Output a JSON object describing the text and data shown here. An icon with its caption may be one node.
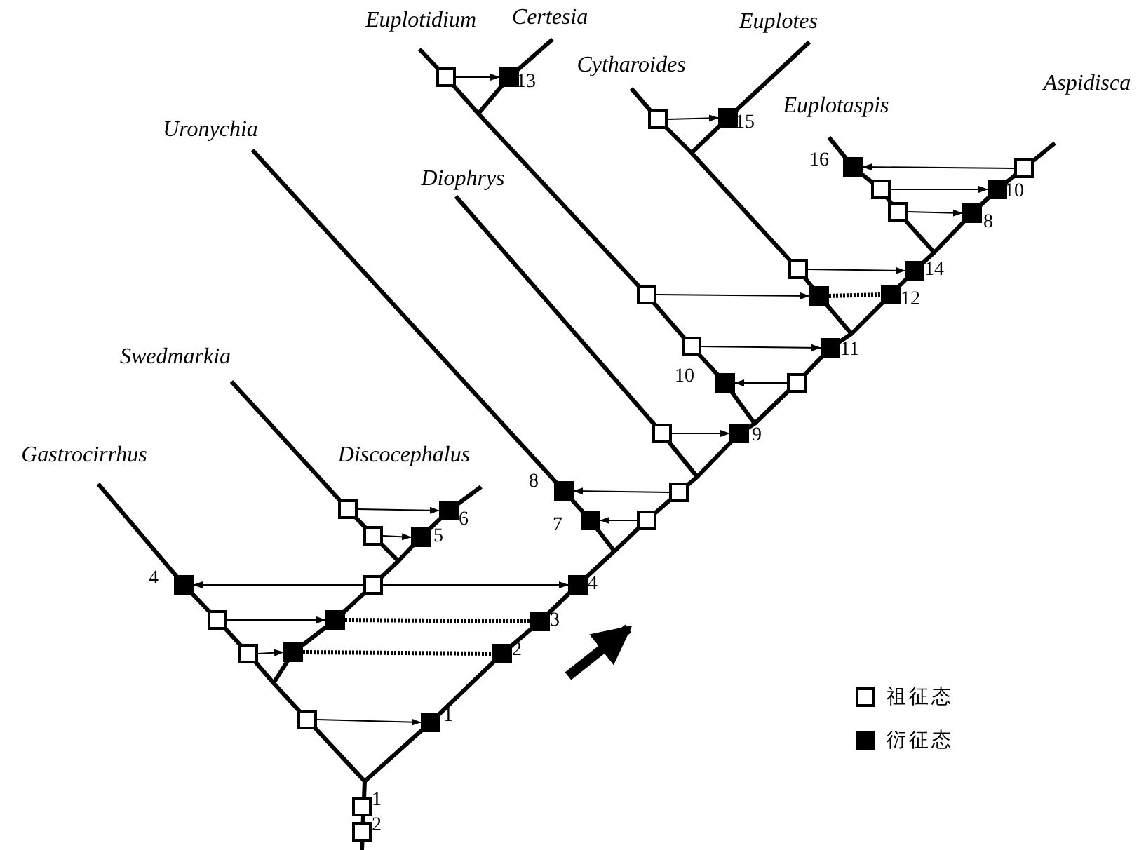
{
  "diagram": {
    "nodes": [
      {
        "text": [],
        "shape": "box"
      },
      {
        "text": [],
        "shape": "box",
        "beside": [
          "13"
        ]
      },
      {
        "text": [],
        "shape": "box"
      },
      {
        "text": [],
        "shape": "box",
        "beside": [
          "15"
        ]
      },
      {
        "text": [],
        "shape": "box",
        "beside": [
          "16"
        ]
      },
      {
        "text": [],
        "shape": "box"
      },
      {
        "text": [],
        "shape": "box"
      },
      {
        "text": [],
        "shape": "box",
        "beside": [
          "10"
        ]
      },
      {
        "text": [],
        "shape": "box"
      },
      {
        "text": [],
        "shape": "box",
        "beside": [
          "8"
        ]
      },
      {
        "text": [],
        "shape": "box"
      },
      {
        "text": [],
        "shape": "box",
        "beside": [
          "14"
        ]
      },
      {
        "text": [],
        "shape": "box"
      },
      {
        "text": [],
        "shape": "box"
      },
      {
        "text": [],
        "shape": "box",
        "beside": [
          "12"
        ]
      },
      {
        "text": [],
        "shape": "box"
      },
      {
        "text": [],
        "shape": "box",
        "beside": [
          "11"
        ]
      },
      {
        "text": [],
        "shape": "box",
        "beside": [
          "10"
        ]
      },
      {
        "text": [],
        "shape": "box"
      },
      {
        "text": [],
        "shape": "box"
      },
      {
        "text": [],
        "shape": "box",
        "beside": [
          "9"
        ]
      },
      {
        "text": [],
        "shape": "box",
        "beside": [
          "8"
        ]
      },
      {
        "text": [],
        "shape": "box"
      },
      {
        "text": [],
        "shape": "box"
      },
      {
        "text": [],
        "shape": "box",
        "beside": [
          "6"
        ]
      },
      {
        "text": [],
        "shape": "box",
        "beside": [
          "7"
        ]
      },
      {
        "text": [],
        "shape": "box"
      },
      {
        "text": [],
        "shape": "box"
      },
      {
        "text": [],
        "shape": "box",
        "beside": [
          "5"
        ]
      },
      {
        "text": [],
        "shape": "box",
        "beside": [
          "4"
        ]
      },
      {
        "text": [],
        "shape": "box"
      },
      {
        "text": [],
        "shape": "box",
        "beside": [
          "4"
        ]
      },
      {
        "text": [],
        "shape": "box"
      },
      {
        "text": [],
        "shape": "box"
      },
      {
        "text": [],
        "shape": "box",
        "beside": [
          "3"
        ]
      },
      {
        "text": [],
        "shape": "box"
      },
      {
        "text": [],
        "shape": "box"
      },
      {
        "text": [],
        "shape": "box",
        "beside": [
          "2"
        ]
      },
      {
        "text": [],
        "shape": "box"
      },
      {
        "text": [],
        "shape": "box",
        "beside": [
          "1"
        ]
      },
      {
        "text": [],
        "shape": "box",
        "beside": [
          "1"
        ]
      },
      {
        "text": [],
        "shape": "box",
        "beside": [
          "2"
        ]
      }
    ],
    "edges": [
      {
        "from": 0,
        "to": 1,
        "arrow": "to"
      },
      {
        "from": 2,
        "to": 3,
        "arrow": "to"
      },
      {
        "from": 5,
        "to": 4,
        "arrow": "to"
      },
      {
        "from": 6,
        "to": 7,
        "arrow": "to"
      },
      {
        "from": 8,
        "to": 9,
        "arrow": "to"
      },
      {
        "from": 10,
        "to": 11,
        "arrow": "to"
      },
      {
        "from": 12,
        "to": 13,
        "arrow": "to"
      },
      {
        "from": 13,
        "to": 14,
        "arrow": "none",
        "style": "dashed"
      },
      {
        "from": 15,
        "to": 16,
        "arrow": "to"
      },
      {
        "from": 18,
        "to": 17,
        "arrow": "to"
      },
      {
        "from": 19,
        "to": 20,
        "arrow": "to"
      },
      {
        "from": 22,
        "to": 21,
        "arrow": "to"
      },
      {
        "from": 23,
        "to": 24,
        "arrow": "to"
      },
      {
        "from": 26,
        "to": 25,
        "arrow": "to"
      },
      {
        "from": 27,
        "to": 28,
        "arrow": "to"
      },
      {
        "from": 30,
        "to": 29,
        "arrow": "to"
      },
      {
        "from": 30,
        "to": 31,
        "arrow": "to"
      },
      {
        "from": 32,
        "to": 33,
        "arrow": "to"
      },
      {
        "from": 33,
        "to": 34,
        "arrow": "none",
        "style": "dashed"
      },
      {
        "from": 35,
        "to": 36,
        "arrow": "to"
      },
      {
        "from": 36,
        "to": 37,
        "arrow": "none",
        "style": "dashed"
      },
      {
        "from": 38,
        "to": 39,
        "arrow": "to"
      }
    ],
    "labels": [
      "Euplotidium",
      "Certesia",
      "Euplotes",
      "Cytharoides",
      "Euplotaspis",
      "Aspidisca",
      "Uronychia",
      "Diophrys",
      "Swedmarkia",
      "Gastrocirrhus",
      "Discocephalus"
    ],
    "legend": [
      {
        "text": "祖征态",
        "color": "#ffffff"
      },
      {
        "text": "衍征态",
        "color": "#000000"
      }
    ]
  }
}
